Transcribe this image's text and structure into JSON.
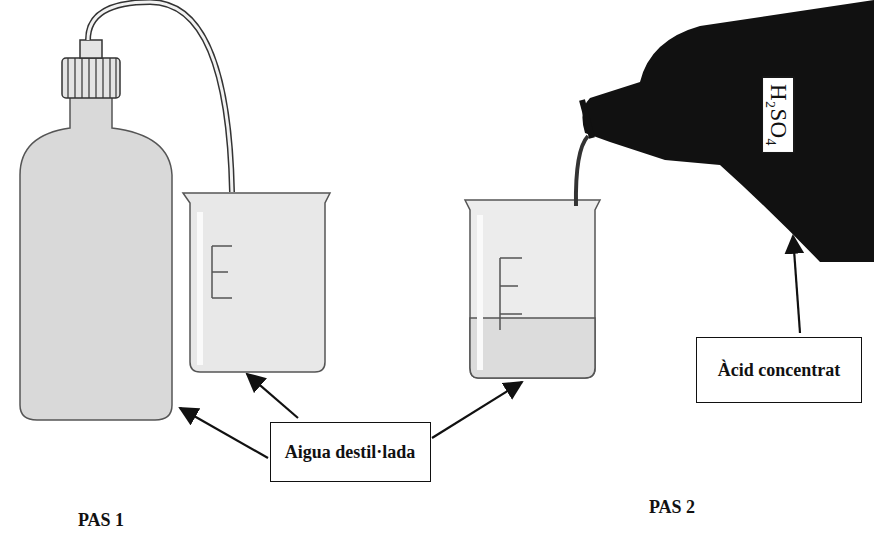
{
  "diagram": {
    "nodes": [
      {
        "text": [
          "Aigua destil·lada"
        ]
      },
      {
        "text": [
          "Àcid concentrat"
        ]
      }
    ],
    "edges": [],
    "labels": [
      "H₂SO₄",
      "PAS 1",
      "PAS 2"
    ]
  }
}
